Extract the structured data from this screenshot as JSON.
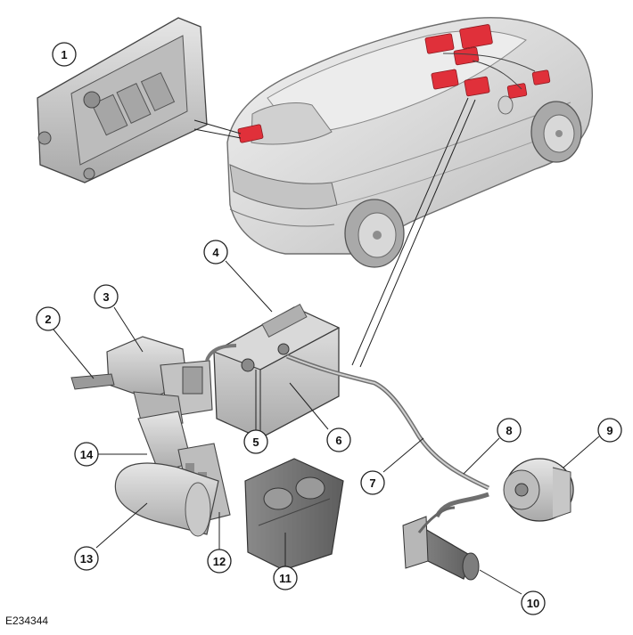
{
  "figure": {
    "id_label": "E234344"
  },
  "callouts": [
    {
      "number": "1"
    },
    {
      "number": "2"
    },
    {
      "number": "3"
    },
    {
      "number": "4"
    },
    {
      "number": "5"
    },
    {
      "number": "6"
    },
    {
      "number": "7"
    },
    {
      "number": "8"
    },
    {
      "number": "9"
    },
    {
      "number": "10"
    },
    {
      "number": "11"
    },
    {
      "number": "12"
    },
    {
      "number": "13"
    },
    {
      "number": "14"
    }
  ],
  "colors": {
    "highlight": "#e0303a",
    "component_fill": "#cfcfcf",
    "component_dark": "#8f8f8f",
    "outline": "#3a3a3a"
  }
}
